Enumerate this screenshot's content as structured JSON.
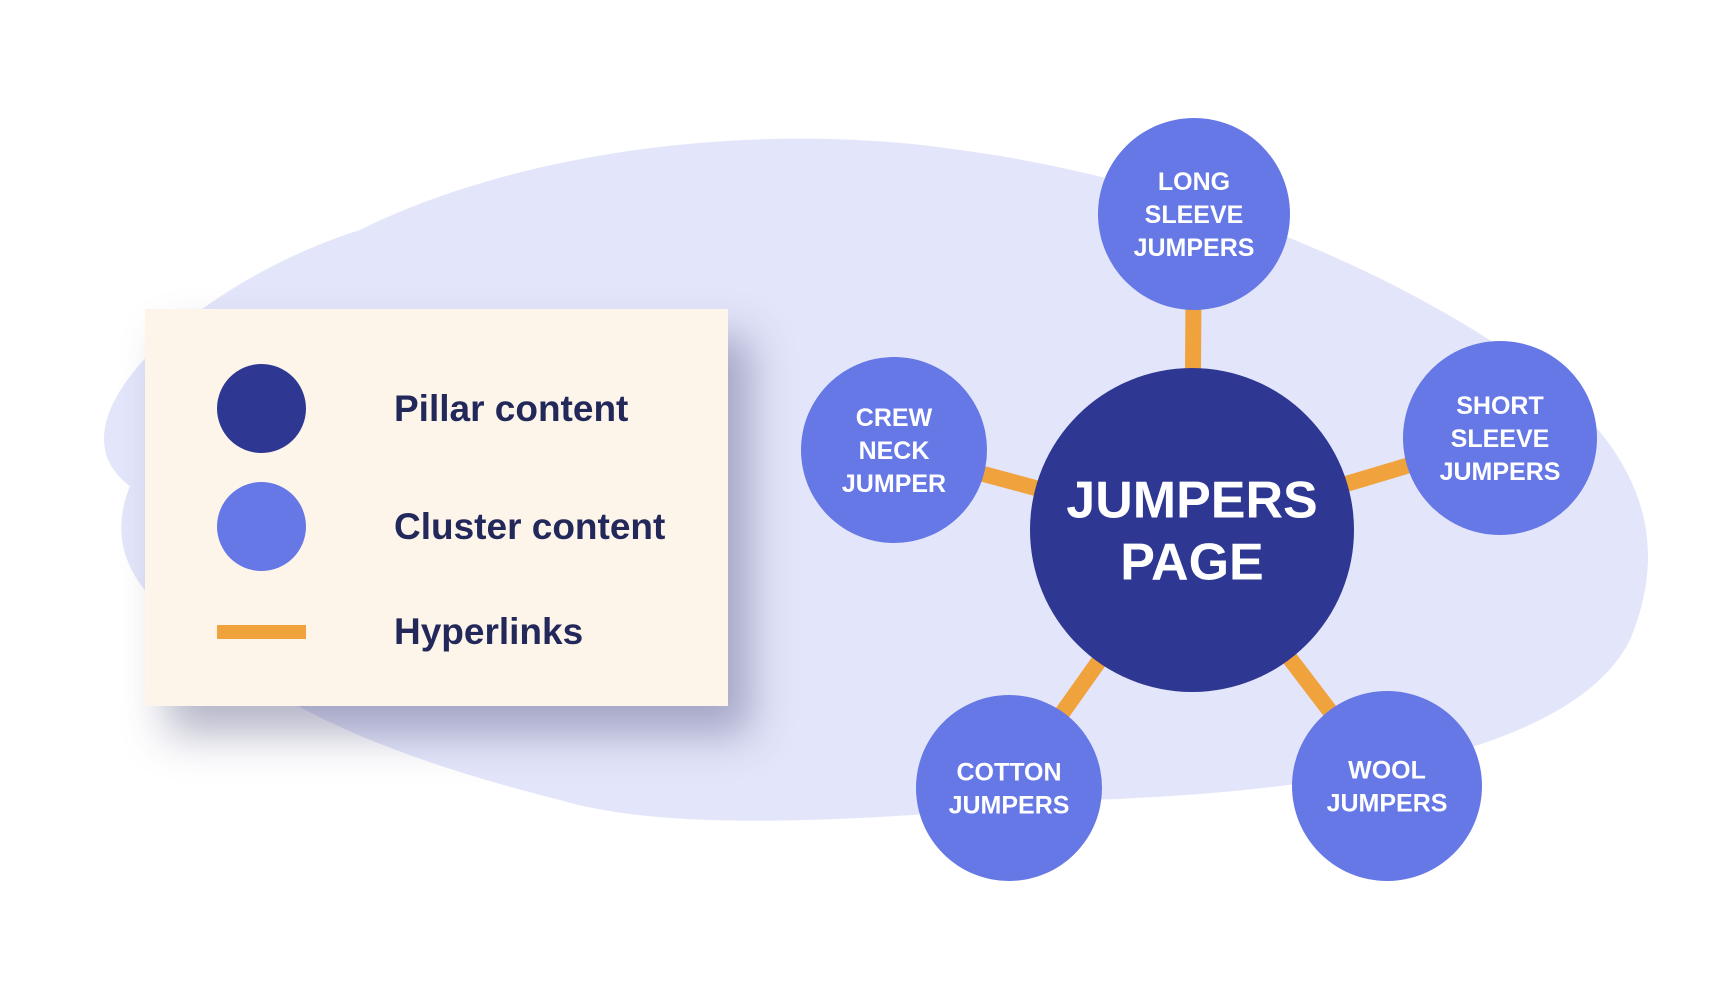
{
  "colors": {
    "background": "#ffffff",
    "blob": "#e3e6fa",
    "pillar": "#2e3893",
    "cluster": "#6677e6",
    "hyperlink": "#f0a23c",
    "legend_bg": "#fdf4ea",
    "legend_text": "#22295a",
    "node_text": "#ffffff"
  },
  "legend": {
    "items": [
      {
        "label": "Pillar content",
        "swatch": "pillar"
      },
      {
        "label": "Cluster content",
        "swatch": "cluster"
      },
      {
        "label": "Hyperlinks",
        "swatch": "hyperlink"
      }
    ]
  },
  "diagram": {
    "pillar": {
      "lines": [
        "JUMPERS",
        "PAGE"
      ]
    },
    "clusters": [
      {
        "id": "long-sleeve",
        "lines": [
          "LONG",
          "SLEEVE",
          "JUMPERS"
        ]
      },
      {
        "id": "short-sleeve",
        "lines": [
          "SHORT",
          "SLEEVE",
          "JUMPERS"
        ]
      },
      {
        "id": "crew-neck",
        "lines": [
          "CREW",
          "NECK",
          "JUMPER"
        ]
      },
      {
        "id": "cotton",
        "lines": [
          "COTTON",
          "JUMPERS"
        ]
      },
      {
        "id": "wool",
        "lines": [
          "WOOL",
          "JUMPERS"
        ]
      }
    ]
  }
}
